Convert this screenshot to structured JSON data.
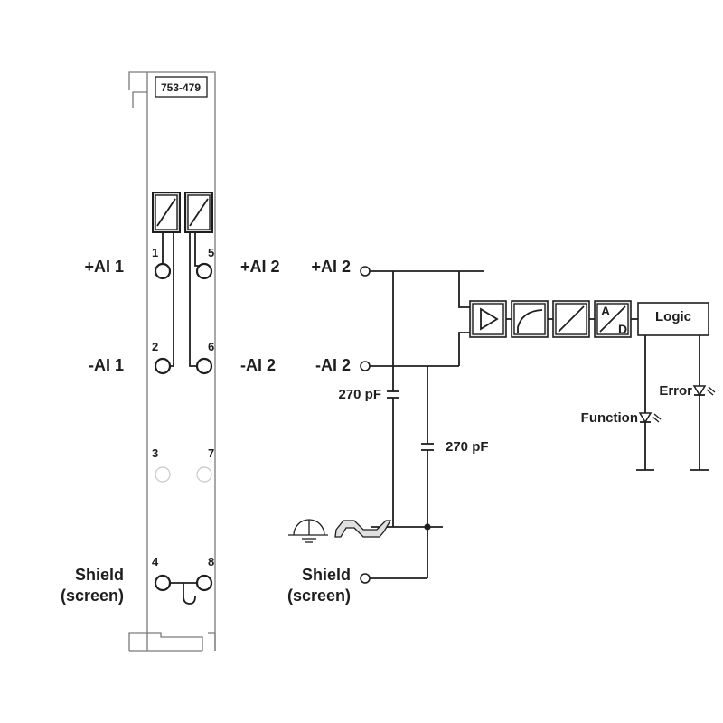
{
  "module": {
    "part_number": "753-479",
    "pins": [
      "1",
      "5",
      "2",
      "6",
      "3",
      "7",
      "4",
      "8"
    ]
  },
  "left_labels": {
    "plus_ai1": "+AI 1",
    "minus_ai1": "-AI 1",
    "plus_ai2": "+AI 2",
    "minus_ai2": "-AI 2",
    "shield": "Shield",
    "screen": "(screen)"
  },
  "schematic": {
    "plus_ai2": "+AI 2",
    "minus_ai2": "-AI 2",
    "capacitor_1": "270 pF",
    "capacitor_2": "270 pF",
    "shield": "Shield",
    "screen": "(screen)",
    "converter": {
      "a": "A",
      "d": "D"
    },
    "logic": "Logic",
    "led_error": "Error",
    "led_function": "Function"
  }
}
